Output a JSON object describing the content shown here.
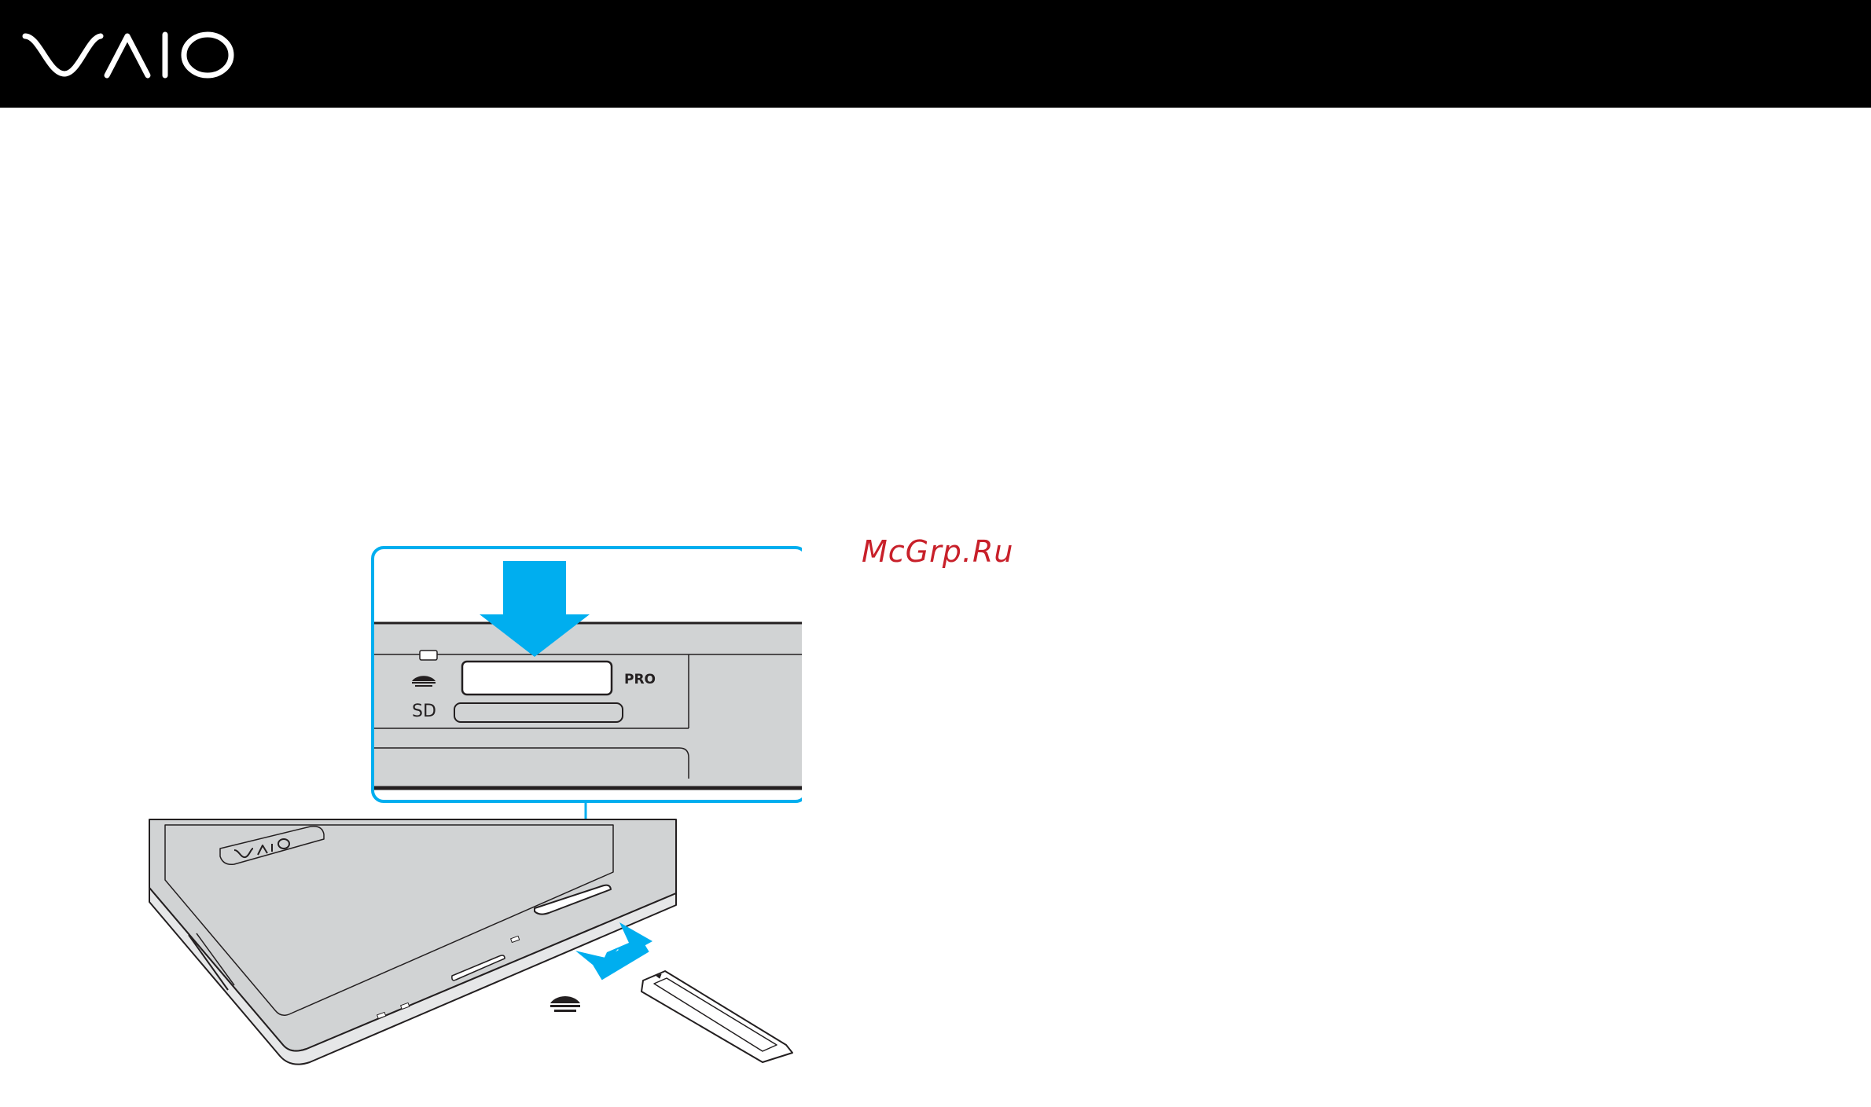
{
  "header": {
    "logo_icon": "vaio-logo",
    "background_color": "#000000"
  },
  "watermark": {
    "text": "McGrp.Ru",
    "color": "#c8202a"
  },
  "illustration": {
    "slot_label_sd": "SD",
    "slot_label_pro": "PRO",
    "accent_color": "#00aeef",
    "memory_stick_icon": "memory-stick-icon"
  }
}
